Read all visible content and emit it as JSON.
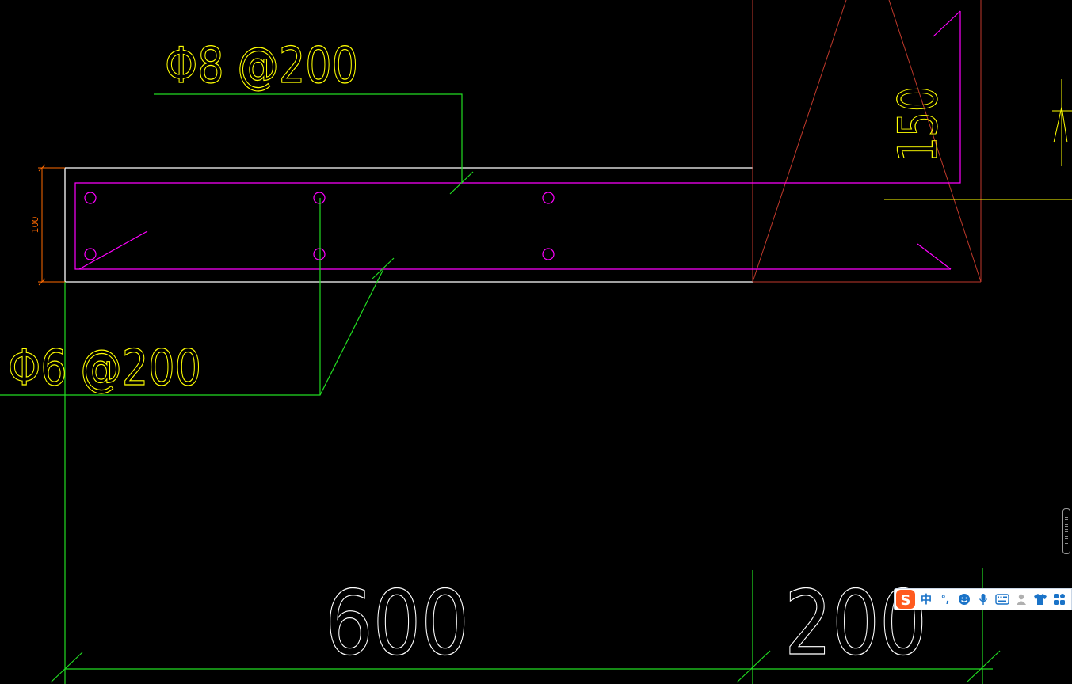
{
  "drawing": {
    "top_rebar_label": "Φ8 @200",
    "bottom_rebar_label": "Φ6 @200",
    "slab_thickness_dim": "100",
    "wall_dim_vertical": "150",
    "dim_span_left": "600",
    "dim_span_right": "200"
  },
  "ime_toolbar": {
    "logo_label": "S",
    "lang_label": "中",
    "punct_label": "°,",
    "icons": [
      "emoji-icon",
      "microphone-icon",
      "keyboard-icon",
      "user-icon",
      "skin-shirt-icon",
      "toolbox-grid-icon"
    ]
  },
  "colors": {
    "background": "#000000",
    "outline": "#ffffff",
    "rebar": "#ff00ff",
    "leader": "#00ff00",
    "text": "#ffff00",
    "wall_hatch": "#c0392b",
    "dim_small": "#ff6a00"
  }
}
